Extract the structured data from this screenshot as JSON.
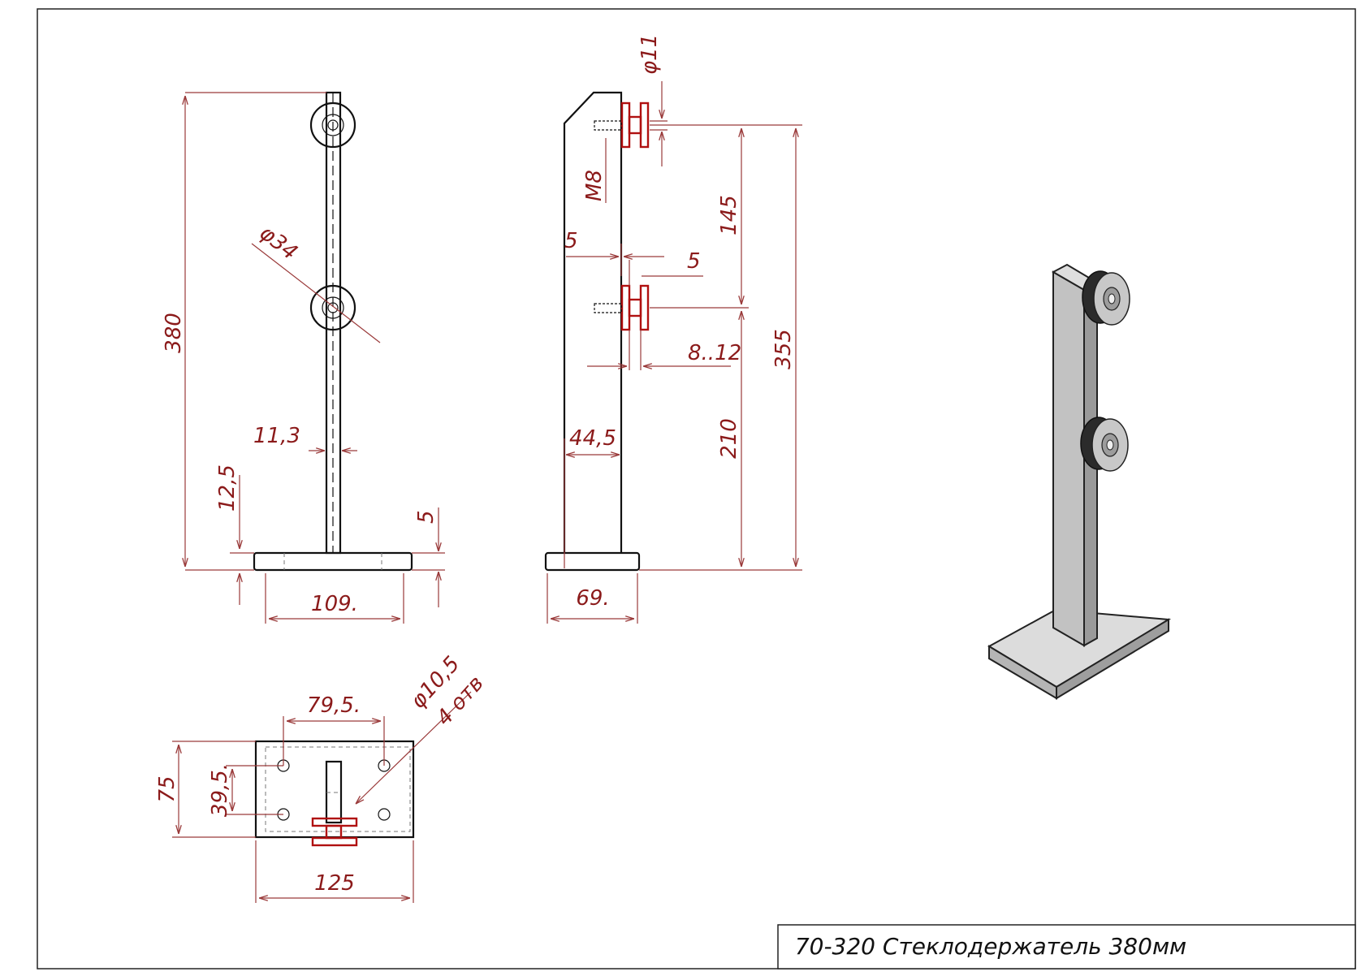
{
  "title_block": {
    "title": "70-320 Стеклодержатель 380мм"
  },
  "front_view": {
    "dims": {
      "height": "380",
      "holder_dia": "φ34",
      "post_width": "11,3",
      "base_offset": "12,5",
      "base_thickness": "5",
      "base_width": "109."
    }
  },
  "side_view": {
    "dims": {
      "bolt_dia": "φ11",
      "thread": "M8",
      "gap_left": "5",
      "gap_right": "5",
      "glass_range": "8..12",
      "post_depth": "44,5",
      "base_depth": "69.",
      "upper_spacing": "145",
      "lower_height": "210",
      "total_height": "355"
    }
  },
  "top_view": {
    "dims": {
      "hole_spacing_x": "79,5.",
      "hole_dia": "φ10,5",
      "hole_count": "4 отв",
      "plate_depth": "75",
      "hole_spacing_y": "39,5.",
      "plate_width": "125"
    }
  },
  "colors": {
    "dimension": "#8b1a1a",
    "outline": "#111111",
    "accent": "#b01010",
    "iso_face_light": "#d8d8d8",
    "iso_face_mid": "#b8b8b8",
    "iso_face_dark": "#9a9a9a"
  }
}
